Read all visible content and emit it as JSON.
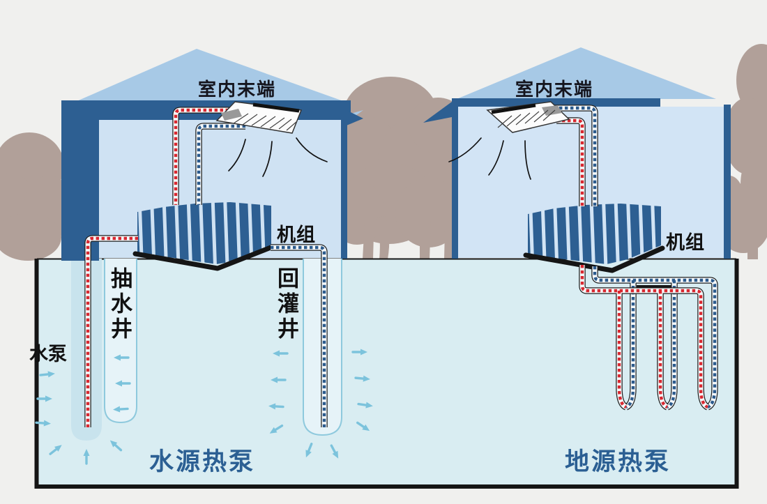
{
  "colors": {
    "background": "#f0f0ee",
    "ground": "#d9edf2",
    "roof_light": "#a7c9e6",
    "navy": "#2d5f92",
    "interior": "#d2e4f5",
    "tree": "#b1a099",
    "pipe_red": "#d8272f",
    "pipe_blue": "#2b5a8c",
    "arrow": "#7cc3dc",
    "label_system": "#2b5f93"
  },
  "buildings": {
    "left": {
      "terminal_label": "室内末端",
      "unit_label": "机组"
    },
    "right": {
      "terminal_label": "室内末端",
      "unit_label": "机组"
    }
  },
  "underground": {
    "pump_label": "水泵",
    "extraction_well_label": "抽水井",
    "recharge_well_label": "回灌井",
    "water_system_label": "水源热泵",
    "ground_system_label": "地源热泵"
  }
}
